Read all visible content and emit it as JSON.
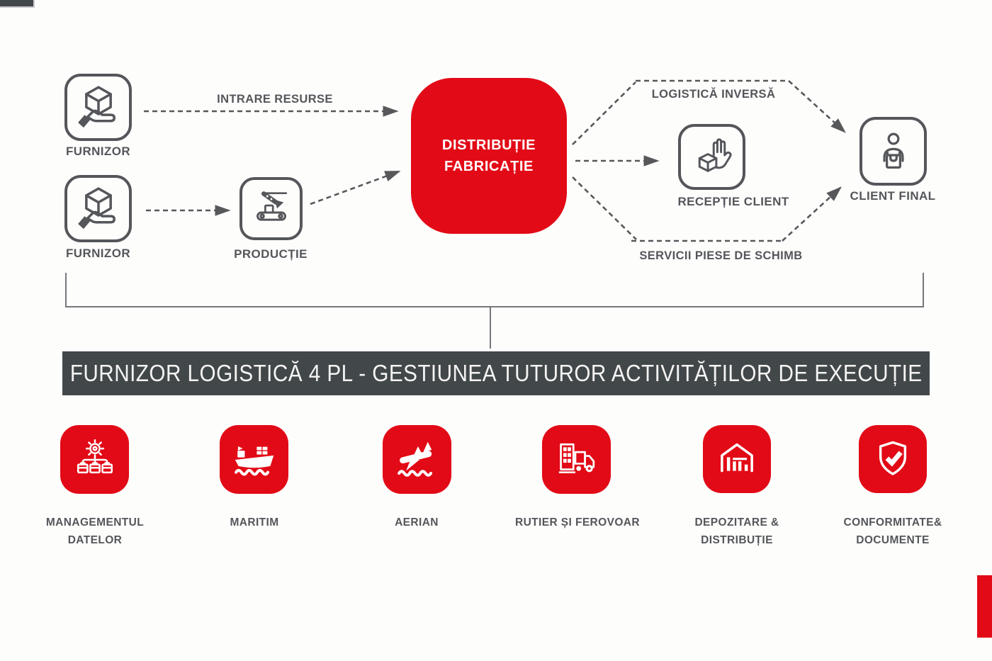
{
  "colors": {
    "red": "#E20A16",
    "dark": "#42474A",
    "gray": "#54565A",
    "line": "#58595B"
  },
  "flow": {
    "supplier_top": {
      "label": "FURNIZOR"
    },
    "supplier_bottom": {
      "label": "FURNIZOR"
    },
    "production": {
      "label": "PRODUCȚIE"
    },
    "input_resources_label": "INTRARE RESURSE",
    "distribution_box": {
      "line1": "DISTRIBUȚIE",
      "line2": "FABRICAȚIE"
    },
    "reverse_logistics_label": "LOGISTICĂ INVERSĂ",
    "client_reception": {
      "label": "RECEPȚIE CLIENT"
    },
    "final_client": {
      "label": "CLIENT FINAL"
    },
    "spare_parts_label": "SERVICII PIESE DE SCHIMB"
  },
  "banner": {
    "label": "FURNIZOR LOGISTICĂ 4 PL - GESTIUNEA TUTUROR ACTIVITĂȚILOR DE EXECUȚIE"
  },
  "services": [
    {
      "icon": "data-management-icon",
      "lines": [
        "MANAGEMENTUL",
        "DATELOR"
      ]
    },
    {
      "icon": "ship-icon",
      "lines": [
        "MARITIM"
      ]
    },
    {
      "icon": "plane-icon",
      "lines": [
        "AERIAN"
      ]
    },
    {
      "icon": "truck-icon",
      "lines": [
        "RUTIER ȘI FEROVOAR"
      ]
    },
    {
      "icon": "warehouse-icon",
      "lines": [
        "DEPOZITARE &",
        "DISTRIBUȚIE"
      ]
    },
    {
      "icon": "shield-check-icon",
      "lines": [
        "CONFORMITATE&",
        "DOCUMENTE"
      ]
    }
  ]
}
